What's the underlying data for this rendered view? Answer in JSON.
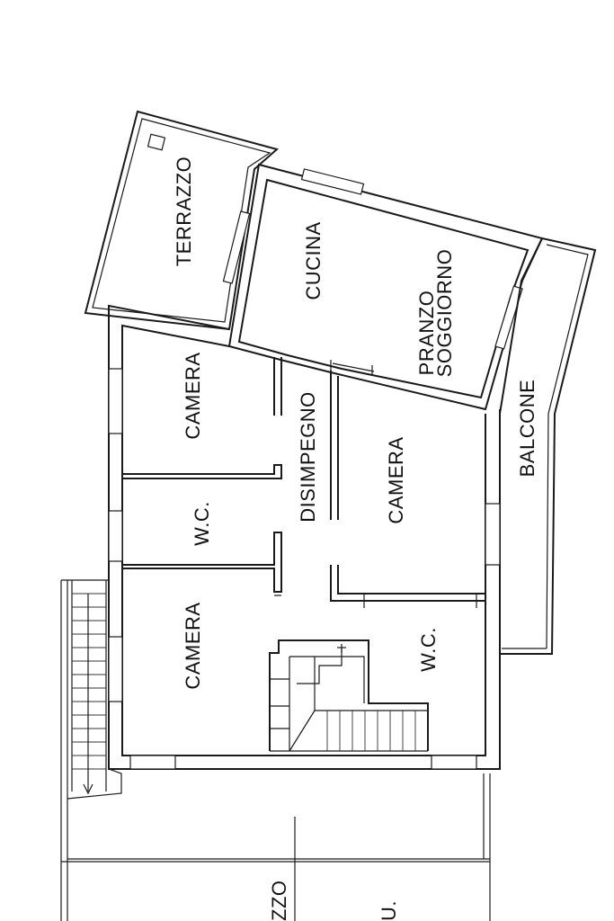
{
  "rooms": {
    "terrazzo": "TERRAZZO",
    "cucina": "CUCINA",
    "pranzo": "PRANZO",
    "soggiorno": "SOGGIORNO",
    "camera_top": "CAMERA",
    "disimpegno": "DISIMPEGNO",
    "camera_right": "CAMERA",
    "balcone": "BALCONE",
    "wc_left": "W.C.",
    "camera_bottom": "CAMERA",
    "wc_right": "W.C.",
    "cut_left": "ZZO",
    "cut_right": "U."
  }
}
